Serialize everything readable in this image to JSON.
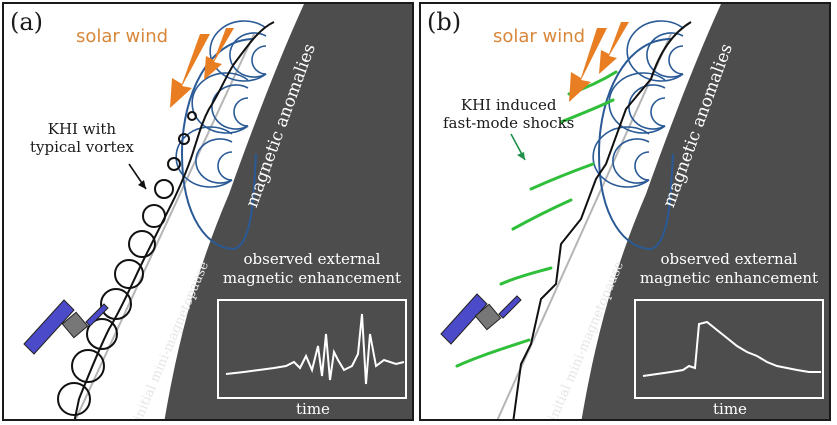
{
  "panels": [
    {
      "letter": "(a)",
      "solar_wind": "solar wind",
      "annotation_line1": "KHI with",
      "annotation_line2": "typical vortex",
      "anomalies": "magnetic anomalies",
      "magnetopause": "initial mini-magnetopause",
      "obs_line1": "observed external",
      "obs_line2": "magnetic enhancement",
      "time": "time"
    },
    {
      "letter": "(b)",
      "solar_wind": "solar wind",
      "annotation_line1": "KHI induced",
      "annotation_line2": "fast-mode shocks",
      "anomalies": "magnetic anomalies",
      "magnetopause": "initial mini-magnetopause",
      "obs_line1": "observed external",
      "obs_line2": "magnetic enhancement",
      "time": "time"
    }
  ],
  "colors": {
    "surface": "#4d4d4d",
    "solar_wind": "#e87d22",
    "field_lines": "#2a5a96",
    "shocks": "#2fbf3a"
  }
}
